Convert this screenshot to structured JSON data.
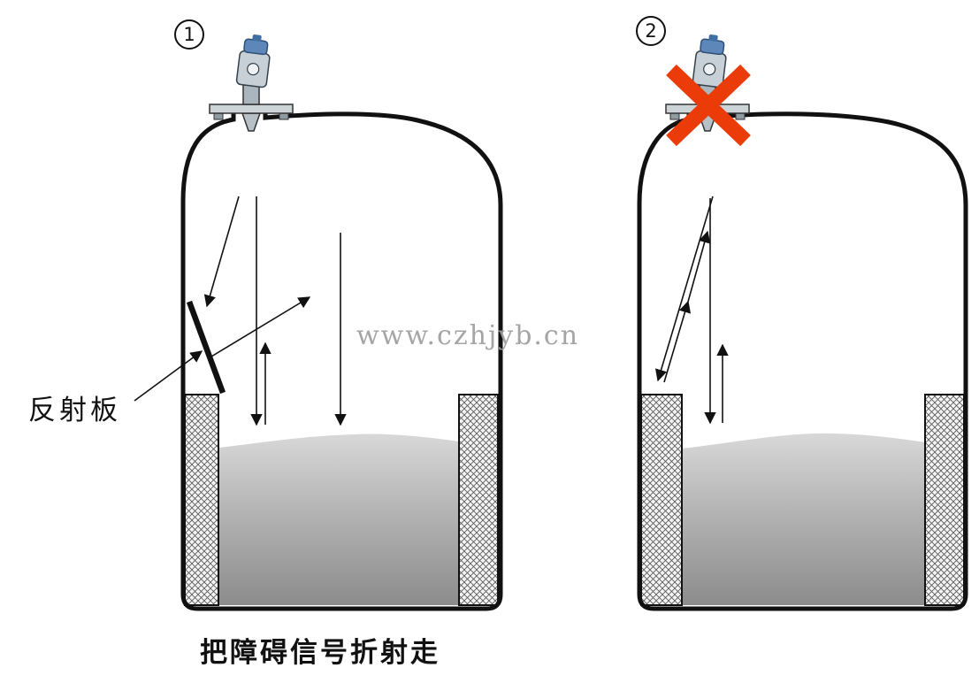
{
  "figures": {
    "fig1": {
      "badge": "1",
      "reflector_label": "反射板",
      "description_icons": [
        "radar-level-sensor-icon",
        "reflector-plate",
        "signal-arrows"
      ]
    },
    "fig2": {
      "badge": "2",
      "description_icons": [
        "radar-level-sensor-icon",
        "red-cross-icon",
        "signal-arrows"
      ]
    }
  },
  "watermark": "www.czhjyb.cn",
  "caption": "把障碍信号折射走",
  "icons": {
    "sensor": "radar-level-sensor-icon",
    "cross": "wrong-installation-x-icon"
  },
  "colors": {
    "outline": "#111111",
    "cross_red": "#ea3b09",
    "liquid_top": "#d8d8d8",
    "liquid_bottom": "#8c8c8c",
    "watermark_gray": "#9c9c9c"
  }
}
